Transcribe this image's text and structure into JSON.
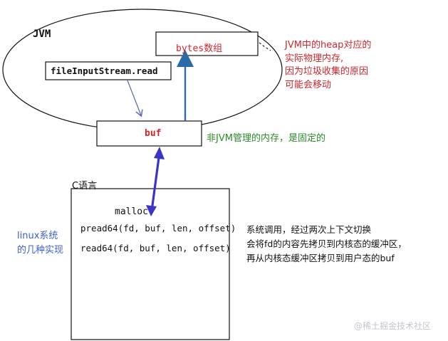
{
  "jvm_label": "JVM",
  "bytes_label": {
    "part1": "bytes",
    "part2": "数组"
  },
  "file_input_stream_read": "fileInputStream.read",
  "buf_label": "buf",
  "heap_note": [
    "JVM中的heap对应的",
    "实际物理内存,",
    "因为垃圾收集的原因",
    "可能会移动"
  ],
  "non_jvm_note": "非JVM管理的内存，是固定的",
  "c_language_label": "C语言",
  "malloc_label": "malloc",
  "pread_call": "pread64(fd, buf, len, offset)",
  "read_call": "read64(fd, buf, len, offset)",
  "linux_note": [
    "linux系统",
    "的几种实现"
  ],
  "syscall_note": [
    "系统调用，经过两次上下文切换",
    "会将fd的内容先拷贝到内核态的缓冲区，",
    "再从内核态缓冲区拷贝到用户态的buf"
  ],
  "watermark": "@稀土掘金技术社区",
  "colors": {
    "red": "#d0262c",
    "green": "#2c8a2c",
    "blue": "#3c5fc8",
    "up_arrow": "#2a6aa8",
    "double_arrow": "#3a35c8"
  }
}
